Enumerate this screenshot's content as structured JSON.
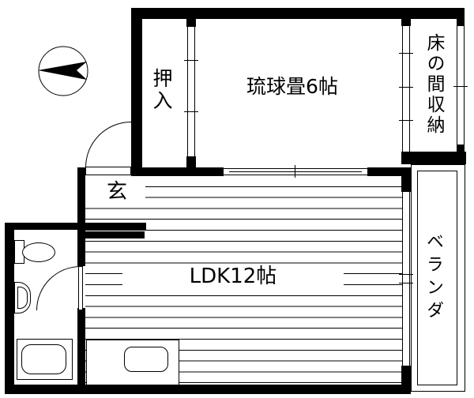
{
  "title": "apartment-floor-plan",
  "colors": {
    "wall": "#000000",
    "background": "#ffffff",
    "text": "#000000"
  },
  "rooms": {
    "oshiire": "押入",
    "tatami": "琉球畳6帖",
    "tokonoma_storage": "床の間収納",
    "genkan": "玄",
    "ldk": "LDK12帖",
    "veranda": "ベランダ"
  },
  "icons": {
    "compass": "compass-needle-pointing-left"
  }
}
